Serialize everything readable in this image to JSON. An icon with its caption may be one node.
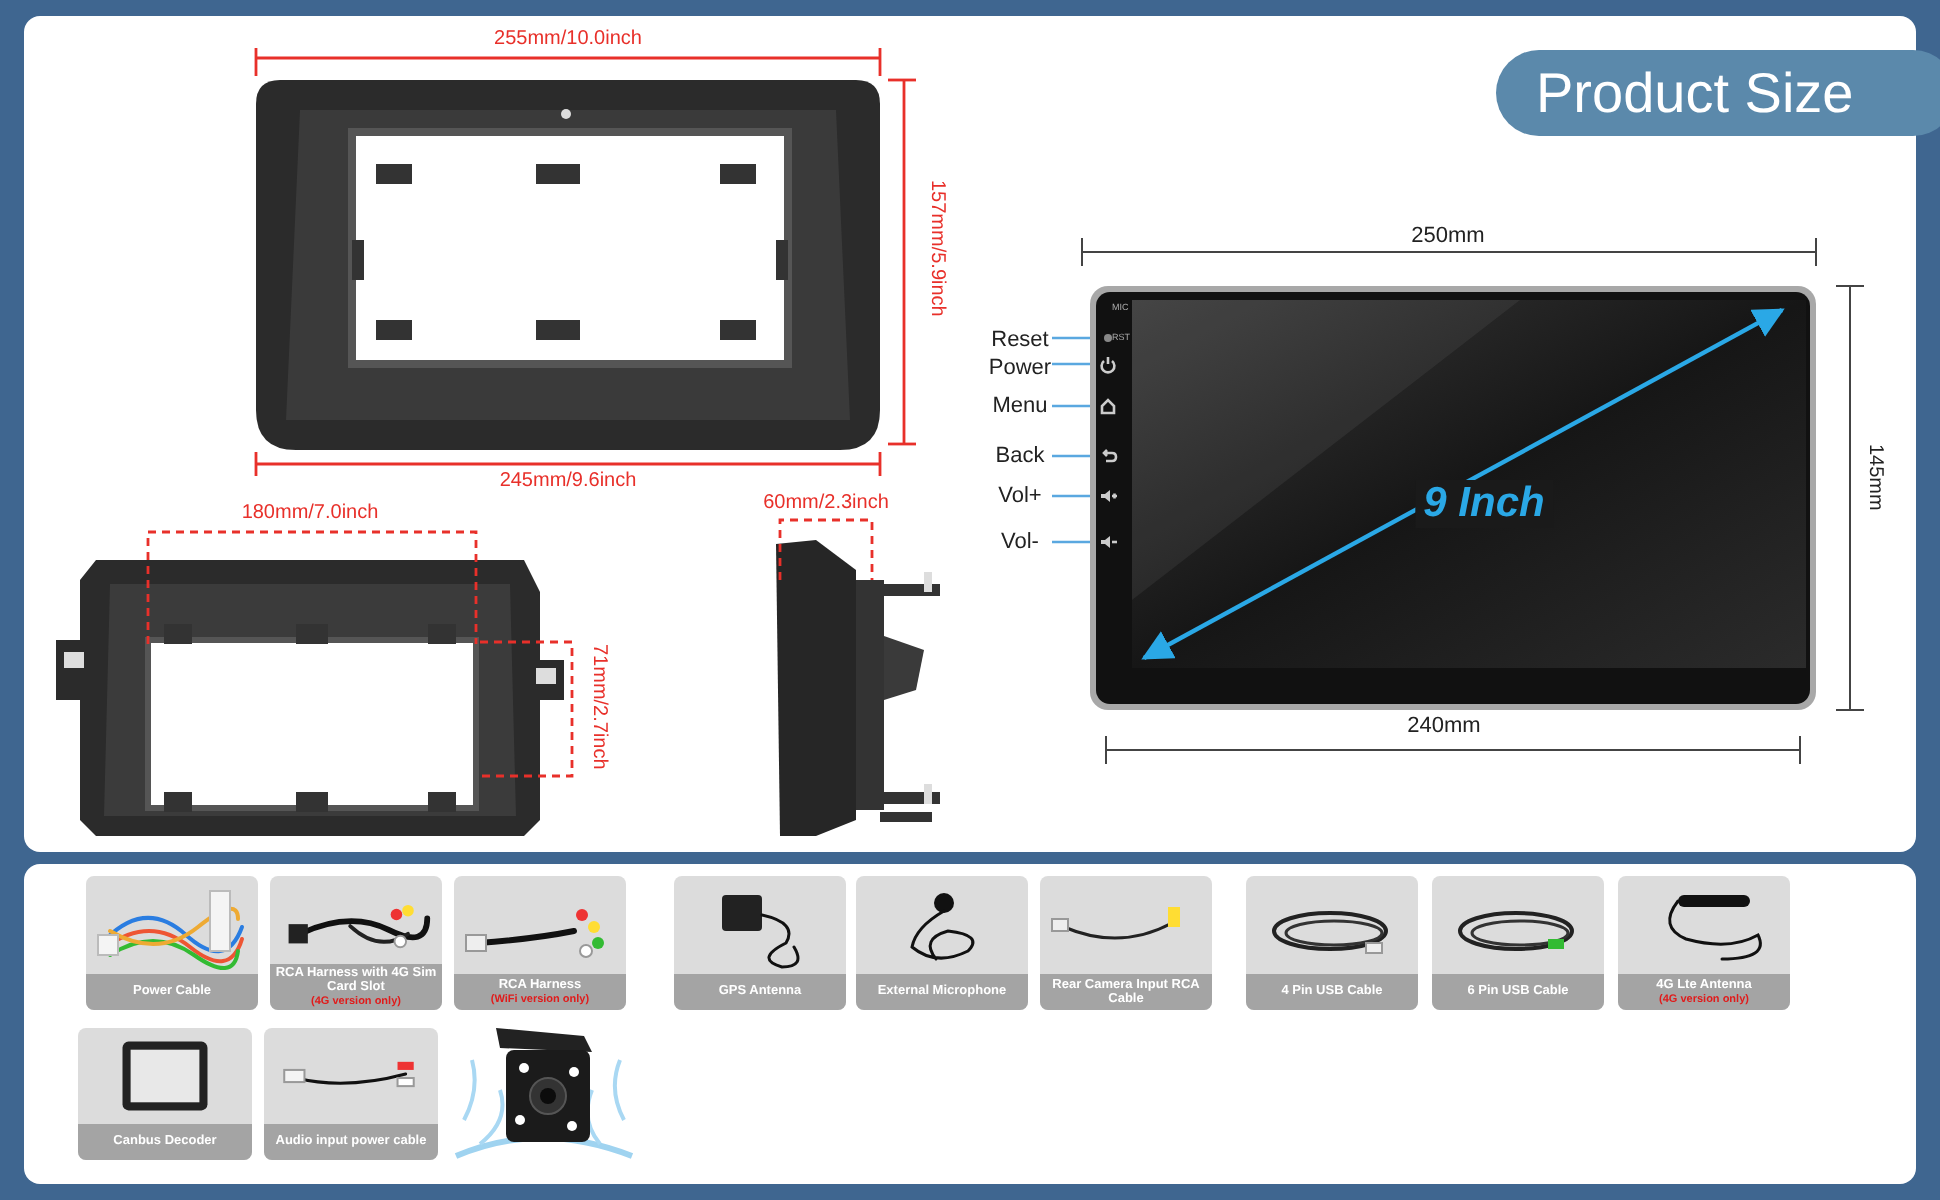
{
  "diagram": {
    "title": "Product Size",
    "nodes": [
      {
        "text": [
          "Reset"
        ]
      },
      {
        "text": [
          "Power"
        ]
      },
      {
        "text": [
          "Menu"
        ]
      },
      {
        "text": [
          "Back"
        ]
      },
      {
        "text": [
          "Vol+"
        ]
      },
      {
        "text": [
          "Vol-"
        ]
      },
      {
        "text": [],
        "shape": "circle"
      },
      {
        "text": [],
        "shape": "picture"
      },
      {
        "text": [],
        "shape": "picture"
      },
      {
        "text": [],
        "shape": "picture"
      },
      {
        "text": [],
        "shape": "picture"
      },
      {
        "text": [],
        "shape": "picture"
      },
      {
        "text": [
          "Power Cable"
        ]
      },
      {
        "text": [
          "RCA Harness with 4G Sim Card Slot",
          "(4G version only)"
        ]
      },
      {
        "text": [
          "RCA Harness",
          "(WiFi version only)"
        ]
      },
      {
        "text": [
          "GPS Antenna"
        ]
      },
      {
        "text": [
          "External Microphone"
        ]
      },
      {
        "text": [
          "Rear Camera Input RCA Cable"
        ]
      },
      {
        "text": [
          "4 Pin USB Cable"
        ]
      },
      {
        "text": [
          "6 Pin USB Cable"
        ]
      },
      {
        "text": [
          "4G Lte Antenna",
          "(4G version only)"
        ]
      },
      {
        "text": [
          "Canbus Decoder"
        ]
      },
      {
        "text": [
          "Audio input power cable"
        ]
      }
    ],
    "edges": [
      {
        "from": 0,
        "to": 6,
        "arrow": "none"
      },
      {
        "from": 1,
        "to": 7,
        "arrow": "none"
      },
      {
        "from": 2,
        "to": 8,
        "arrow": "none"
      },
      {
        "from": 3,
        "to": 9,
        "arrow": "none"
      },
      {
        "from": 4,
        "to": 10,
        "arrow": "none"
      },
      {
        "from": 5,
        "to": 11,
        "arrow": "none"
      }
    ],
    "labels": [
      "255mm/10.0inch",
      "157mm/5.9inch",
      "250mm",
      "MIC",
      "RST",
      "9 Inch",
      "145mm",
      "245mm/9.6inch",
      "180mm/7.0inch",
      "60mm/2.3inch",
      "71mm/2.7inch",
      "240mm"
    ]
  }
}
